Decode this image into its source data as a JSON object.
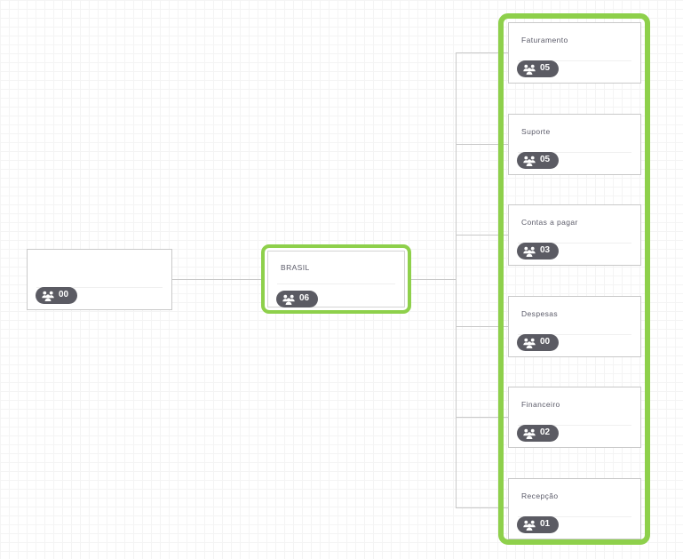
{
  "diagram": {
    "type": "org-chart",
    "orientation": "left-to-right",
    "background": "grid",
    "accent_color": "#8ed04b",
    "badge_color": "#5b5b63",
    "badge_icon": "users-group-icon",
    "node_border_color": "#c9c9c9",
    "connector_color": "#c9c9c9"
  },
  "nodes": {
    "root": {
      "title": "",
      "member_count": "00",
      "selected": false
    },
    "brasil": {
      "title": "BRASIL",
      "member_count": "06",
      "selected": true
    },
    "children": [
      {
        "title": "Faturamento",
        "member_count": "05"
      },
      {
        "title": "Suporte",
        "member_count": "05"
      },
      {
        "title": "Contas a pagar",
        "member_count": "03"
      },
      {
        "title": "Despesas",
        "member_count": "00"
      },
      {
        "title": "Financeiro",
        "member_count": "02"
      },
      {
        "title": "Recepção",
        "member_count": "01"
      }
    ]
  },
  "selection": {
    "target": "children-column",
    "label": "selected-department-group"
  }
}
